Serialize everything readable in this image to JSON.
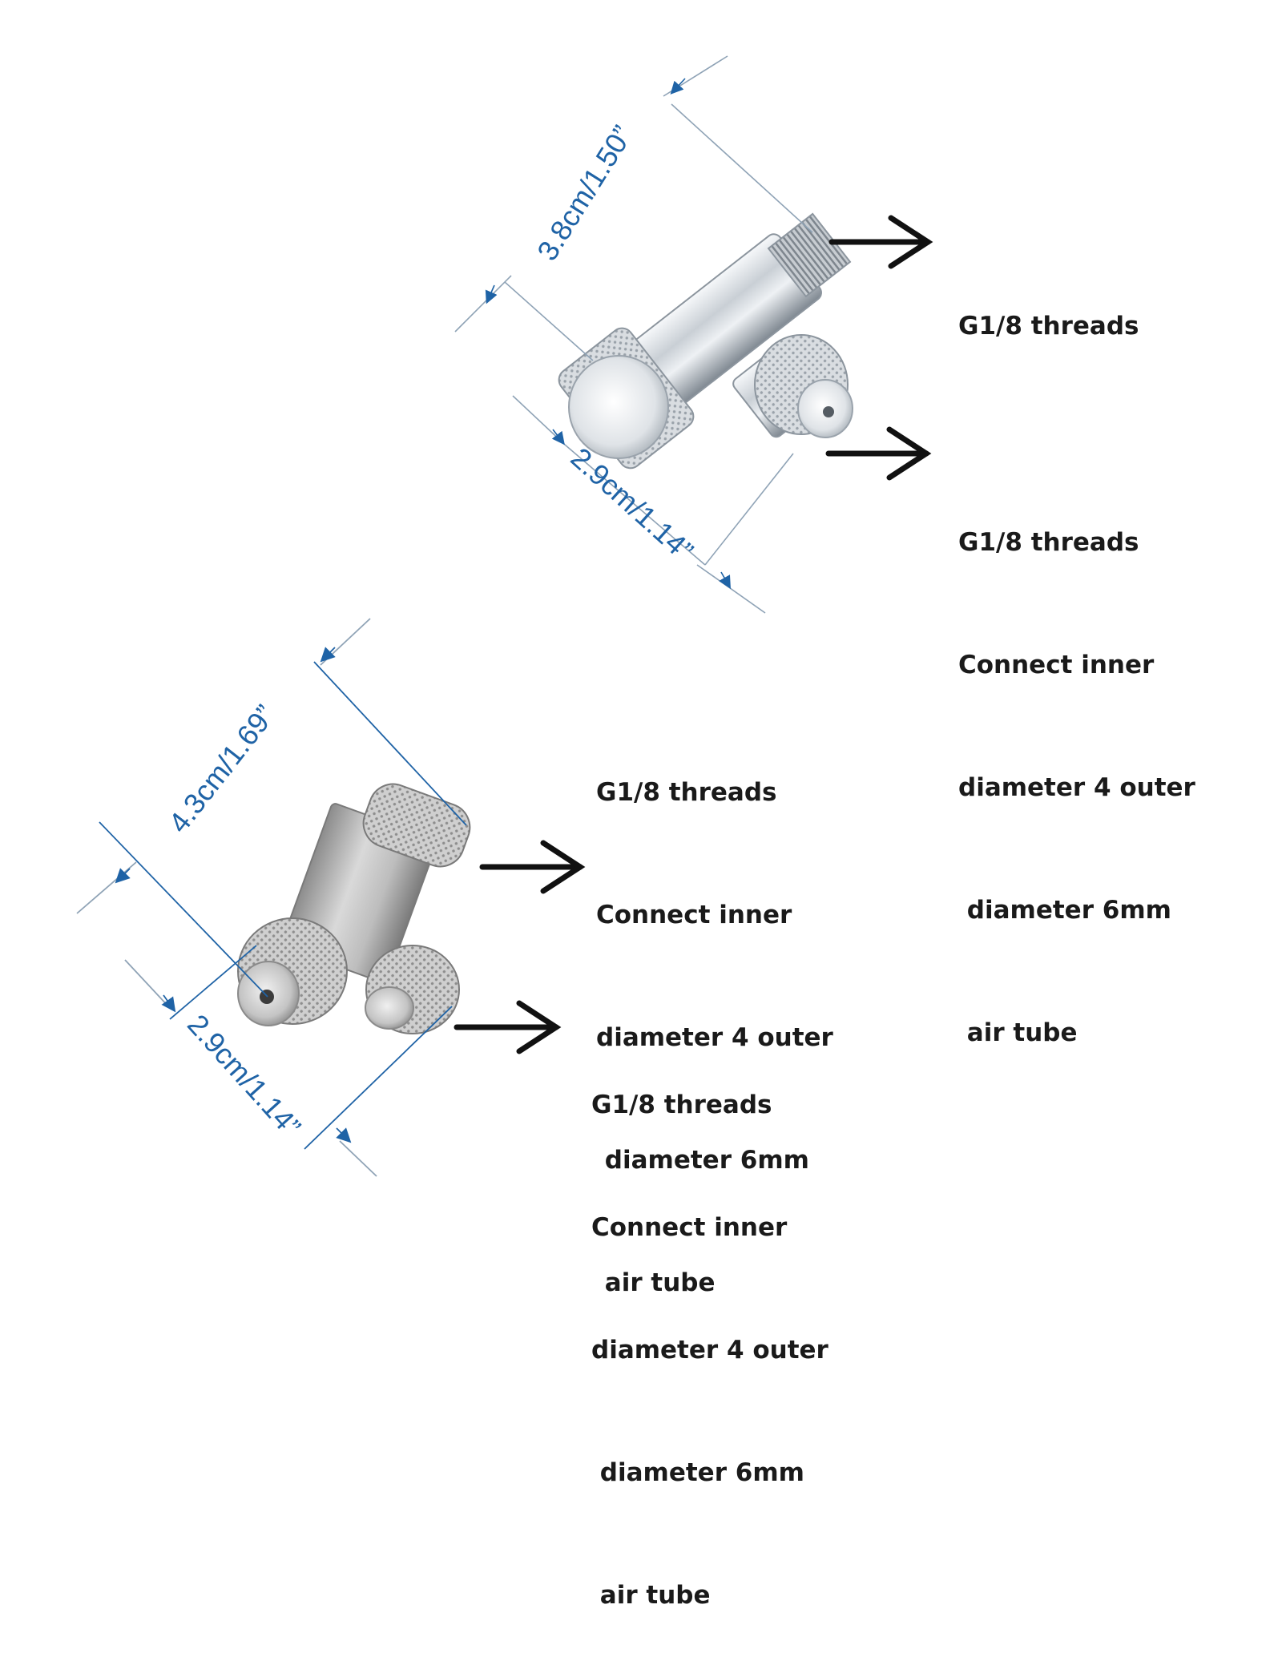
{
  "colors": {
    "dimension_blue": "#1f63a6",
    "arrow_black": "#111111",
    "chrome_light": "#e8ecf0",
    "chrome_dark": "#8a939c",
    "steel_light": "#d6d6d6",
    "steel_dark": "#7d7d7d"
  },
  "top_fitting": {
    "dimension_length": "3.8cm/1.50”",
    "dimension_width": "2.9cm/1.14”",
    "callout_top": [
      "G1/8 threads"
    ],
    "callout_bottom": [
      "G1/8 threads",
      "Connect inner",
      "diameter 4 outer",
      " diameter 6mm",
      " air tube"
    ]
  },
  "bottom_fitting": {
    "dimension_length": "4.3cm/1.69”",
    "dimension_width": "2.9cm/1.14”",
    "callout_top": [
      "G1/8 threads",
      "Connect inner",
      "diameter 4 outer",
      " diameter 6mm",
      " air tube"
    ],
    "callout_bottom": [
      "G1/8 threads",
      "Connect inner",
      "diameter 4 outer",
      " diameter 6mm",
      " air tube"
    ]
  },
  "icons": [
    "right-arrow-icon",
    "dimension-arrowhead-icon",
    "knurled-nut-icon"
  ]
}
